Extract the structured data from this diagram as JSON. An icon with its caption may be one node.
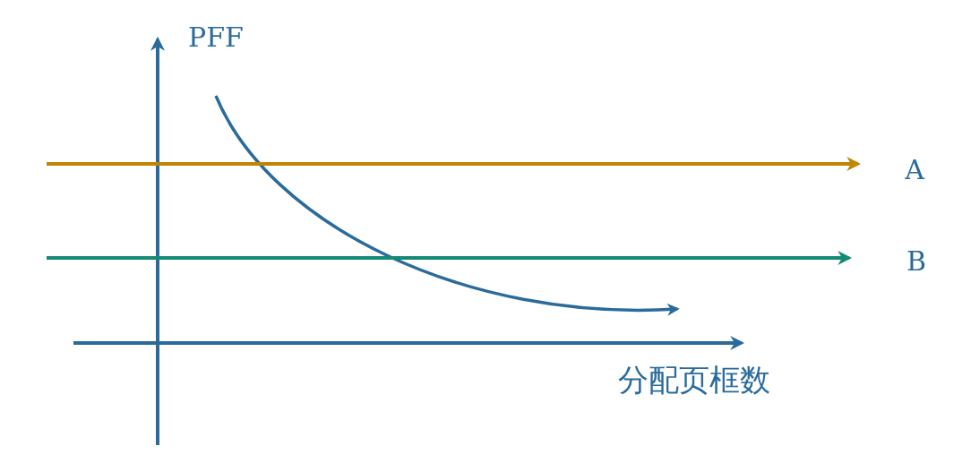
{
  "diagram": {
    "nodes": [
      {
        "text": [
          "A"
        ]
      },
      {
        "text": [
          "B"
        ]
      }
    ],
    "edges": [
      {
        "from": null,
        "to": 0,
        "arrow": "to",
        "color": "#c08400"
      },
      {
        "from": null,
        "to": 1,
        "arrow": "to",
        "color": "#158a76"
      }
    ],
    "labels": [
      "PFF",
      "分配页框数"
    ]
  }
}
